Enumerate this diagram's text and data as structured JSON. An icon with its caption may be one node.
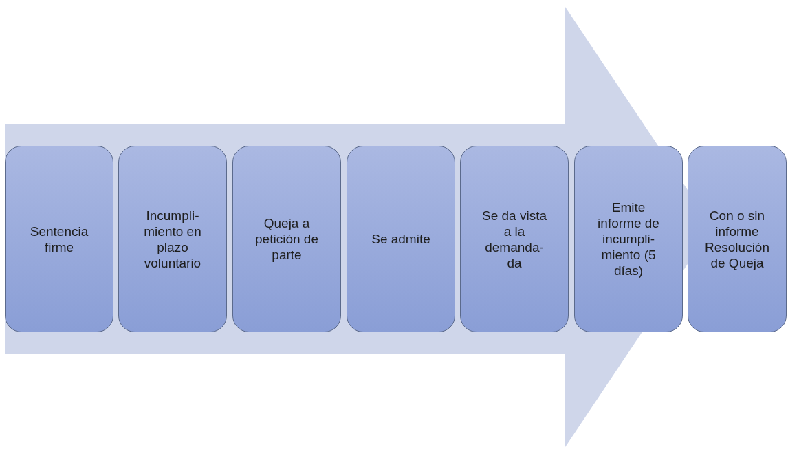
{
  "diagram": {
    "nodes": [
      {
        "text": [
          "Sentencia firme"
        ]
      },
      {
        "text": [
          "Incumpli- miento en plazo voluntario"
        ]
      },
      {
        "text": [
          "Queja a petición de parte"
        ]
      },
      {
        "text": [
          "Se admite"
        ]
      },
      {
        "text": [
          "Se da vista a la demanda- da"
        ]
      },
      {
        "text": [
          "Emite informe de incumpli- miento (5 días)"
        ]
      },
      {
        "text": [
          "Con o sin informe Resolución de Queja"
        ]
      }
    ],
    "edges": [
      {
        "from": 0,
        "to": 6,
        "arrow": "to"
      }
    ]
  }
}
